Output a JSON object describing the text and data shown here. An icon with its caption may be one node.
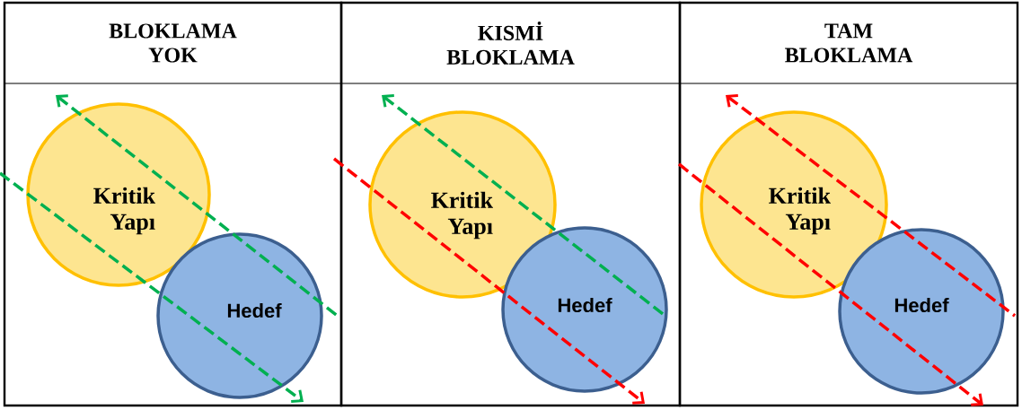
{
  "diagram": {
    "nodes": [
      {
        "text": [
          "BLOKLAMA YOK"
        ]
      },
      {
        "text": [
          "KISMİ BLOKLAMA"
        ]
      },
      {
        "text": [
          "TAM BLOKLAMA"
        ]
      },
      {
        "text": [
          "Kritik Yapı"
        ],
        "in": 0
      },
      {
        "text": [
          "Hedef"
        ],
        "in": 0
      },
      {
        "text": [
          "Kritik Yapı"
        ],
        "in": 1
      },
      {
        "text": [
          "Hedef"
        ],
        "in": 1
      },
      {
        "text": [
          "Kritik Yapı"
        ],
        "in": 2
      },
      {
        "text": [
          "Hedef"
        ],
        "in": 2
      }
    ]
  }
}
